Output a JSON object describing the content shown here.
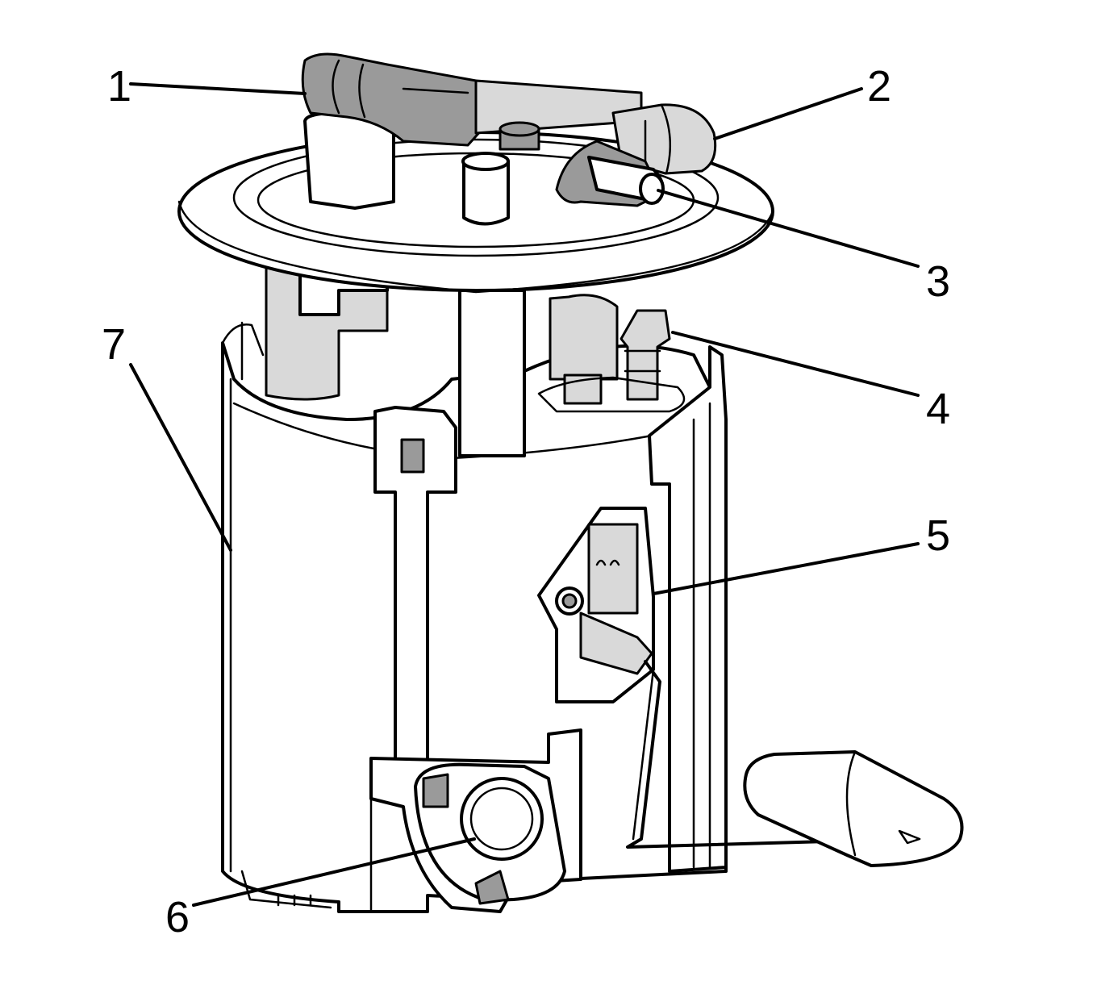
{
  "colors": {
    "background": "#ffffff",
    "line": "#000000"
  },
  "callouts": [
    "1",
    "2",
    "3",
    "4",
    "5",
    "6",
    "7"
  ]
}
